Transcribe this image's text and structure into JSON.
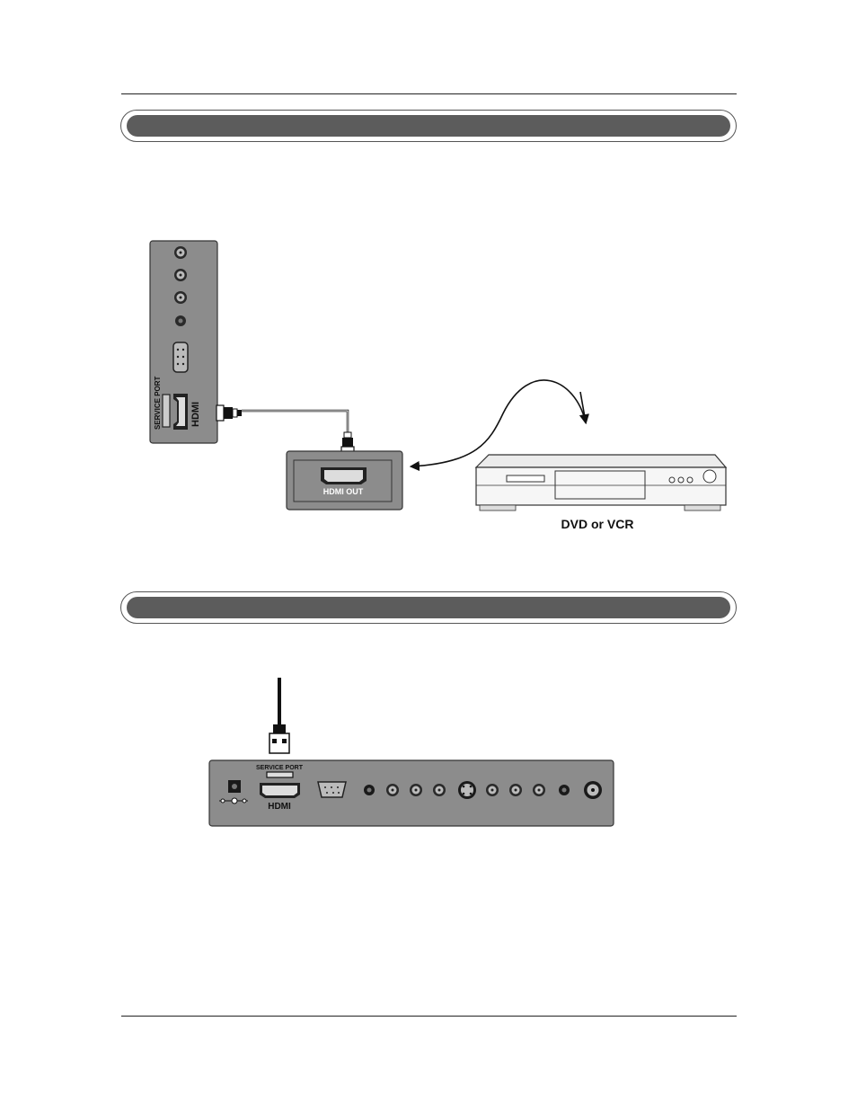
{
  "section1": {
    "side_panel": {
      "hdmi_label": "HDMI",
      "service_port_label": "SERVICE PORT"
    },
    "source_panel": {
      "hdmi_out_label": "HDMI OUT"
    },
    "device_label": "DVD or VCR"
  },
  "section2": {
    "rear_panel": {
      "service_port_label": "SERVICE PORT",
      "hdmi_label": "HDMI"
    }
  },
  "colors": {
    "panel_gray": "#8c8c8c",
    "banner_bar": "#5c5c5c",
    "line": "#111111"
  }
}
